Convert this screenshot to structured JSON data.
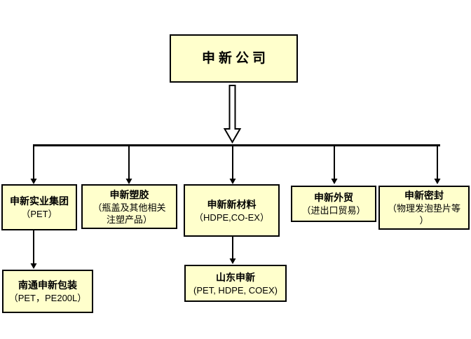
{
  "org_chart": {
    "root": {
      "title": "申新公司"
    },
    "level2": [
      {
        "title": "申新实业集团",
        "subtitle": "（PET）"
      },
      {
        "title": "申新塑胶",
        "subtitle": "（瓶盖及其他相关\n注塑产品）"
      },
      {
        "title": "申新新材料",
        "subtitle": "（HDPE,CO-EX）"
      },
      {
        "title": "申新外贸",
        "subtitle": "（进出口贸易）"
      },
      {
        "title": "申新密封",
        "subtitle": "（物理发泡垫片等\n）"
      }
    ],
    "level3": [
      {
        "title": "南通申新包装",
        "subtitle": "（PET，PE200L）"
      },
      {
        "title": "山东申新",
        "subtitle": "(PET, HDPE, COEX)"
      }
    ],
    "colors": {
      "background": "#FFFFFF",
      "node_fill": "#FFFFCC",
      "node_border": "#000000",
      "connector": "#000000"
    }
  }
}
